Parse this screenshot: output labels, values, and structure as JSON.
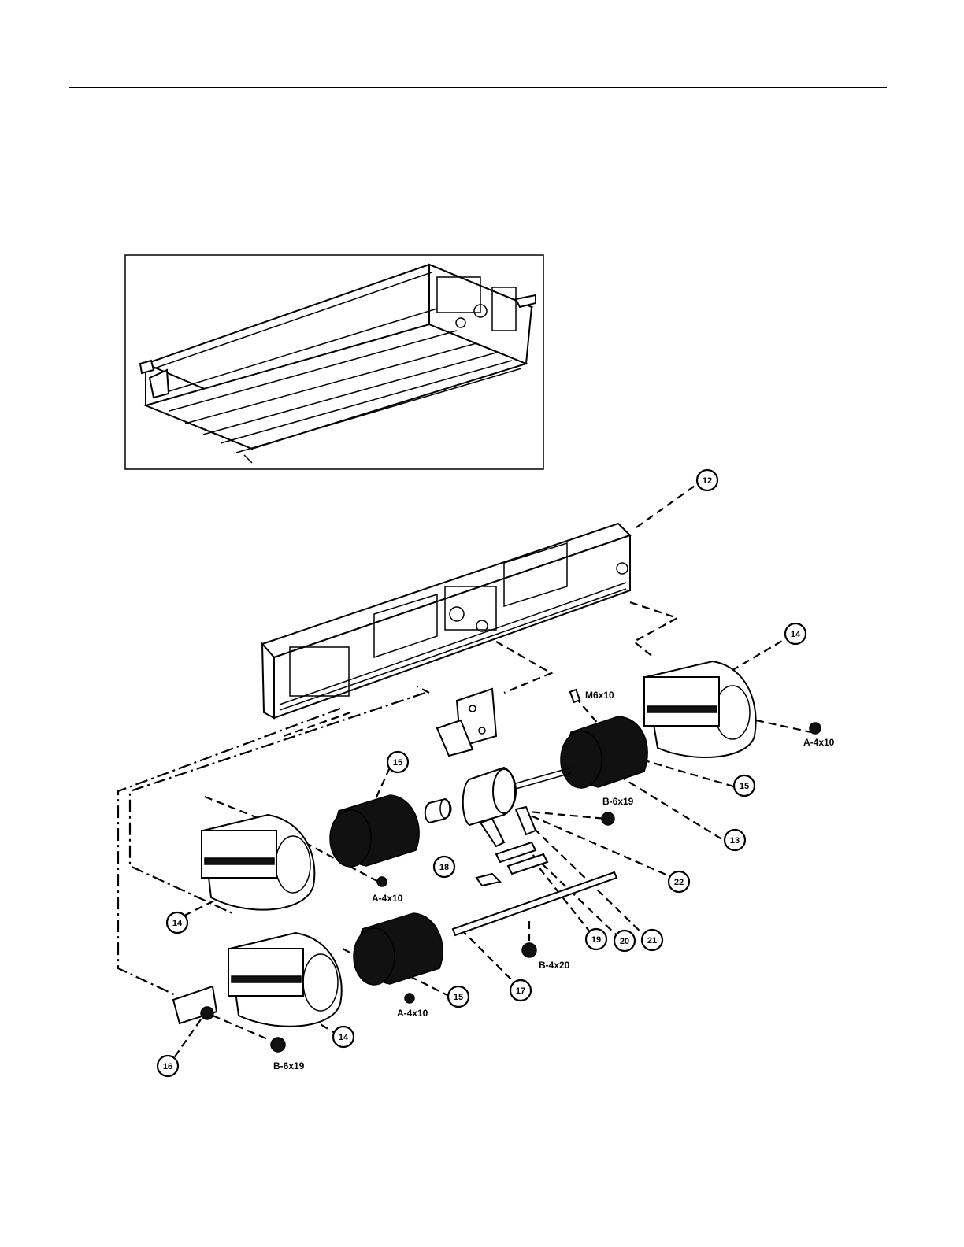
{
  "callouts": [
    {
      "id": "c12",
      "num": "12"
    },
    {
      "id": "c14a",
      "num": "14"
    },
    {
      "id": "c15a",
      "num": "15"
    },
    {
      "id": "c13",
      "num": "13"
    },
    {
      "id": "c15b",
      "num": "15"
    },
    {
      "id": "c18",
      "num": "18"
    },
    {
      "id": "c22",
      "num": "22"
    },
    {
      "id": "c14b",
      "num": "14"
    },
    {
      "id": "c19",
      "num": "19"
    },
    {
      "id": "c20",
      "num": "20"
    },
    {
      "id": "c21",
      "num": "21"
    },
    {
      "id": "c17",
      "num": "17"
    },
    {
      "id": "c15c",
      "num": "15"
    },
    {
      "id": "c14c",
      "num": "14"
    },
    {
      "id": "c16",
      "num": "16"
    }
  ],
  "fasteners": {
    "m6x10": "M6x10",
    "a4x10_right": "A-4x10",
    "b6x19_top": "B-6x19",
    "a4x10_mid": "A-4x10",
    "b4x20": "B-4x20",
    "a4x10_low": "A-4x10",
    "b6x19_bottom": "B-6x19"
  }
}
